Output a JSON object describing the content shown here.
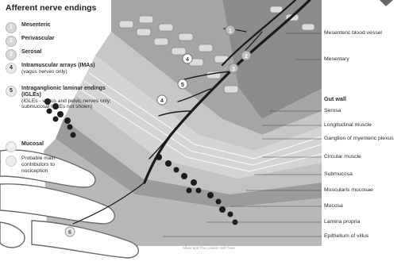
{
  "key": {
    "title": "Afferent nerve endings",
    "items": [
      {
        "badge": "1",
        "label": "Mesenteric",
        "note": ""
      },
      {
        "badge": "2",
        "label": "Perivascular",
        "note": ""
      },
      {
        "badge": "3",
        "label": "Serosal",
        "note": ""
      },
      {
        "badge": "4",
        "label": "Intramuscular arrays (IMAs)",
        "note": "(vagus nerves only)"
      },
      {
        "badge": "5",
        "label": "Intraganglionic laminar endings (IGLEs)",
        "note": "(IGLEs - vagus and pelvic nerves only; submucosal IGLEs not shown)"
      },
      {
        "badge": "6",
        "label": "Mucosal",
        "note": ""
      },
      {
        "badge": "",
        "label": "",
        "note": "Probable main contributors to nociception"
      }
    ]
  },
  "callouts": [
    {
      "text": "Mesenteric blood vessel"
    },
    {
      "text": "Mesentary"
    },
    {
      "text": "Gut wall"
    },
    {
      "text": "Serosa"
    },
    {
      "text": "Longitudinal muscle"
    },
    {
      "text": "Ganglion of myenteric plexus"
    },
    {
      "text": "Circular muscle"
    },
    {
      "text": "Submucosa"
    },
    {
      "text": "Muscularis mucosae"
    },
    {
      "text": "Mucosa"
    },
    {
      "text": "Lamina propria"
    },
    {
      "text": "Epithelium of villus"
    }
  ],
  "diagram_markers": [
    "4",
    "5",
    "4",
    "1",
    "2",
    "3",
    "6"
  ],
  "credit": "Allure and The London Hell Trust",
  "colors": {
    "mesentery": "#8c8c8c",
    "serosa_dark": "#4a4a4a",
    "muscle_light": "#d4d4d4",
    "submucosa": "#c2c2c2",
    "villus_fill": "#ffffff",
    "nerve": "#1a1a1a"
  }
}
